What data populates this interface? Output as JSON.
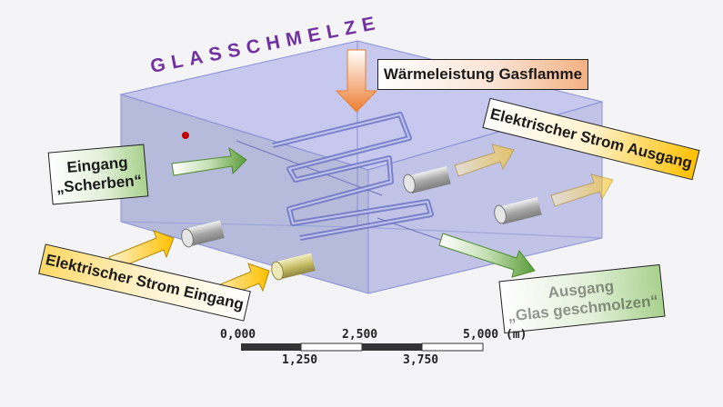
{
  "title": "GLASSCHMELZE",
  "labels": {
    "heat_input": "Wärmeleistung Gasflamme",
    "input_line1": "Eingang",
    "input_line2": "„Scherben“",
    "current_in": "Elektrischer Strom Eingang",
    "current_out": "Elektrischer Strom Ausgang",
    "output_line1": "Ausgang",
    "output_line2": "„Glas geschmolzen“"
  },
  "scale_bar": {
    "top_ticks": [
      "0,000",
      "2,500",
      "5,000 (m)"
    ],
    "bottom_ticks": [
      "1,250",
      "3,750"
    ]
  },
  "colors": {
    "box_fill": "#b3b8e6",
    "box_edge": "#8a90d4",
    "title": "#7030a0",
    "arrow_green": "#70ad47",
    "arrow_yellow": "#ffd966",
    "arrow_orange": "#f4b183",
    "electrode": "#c8c8c8"
  }
}
